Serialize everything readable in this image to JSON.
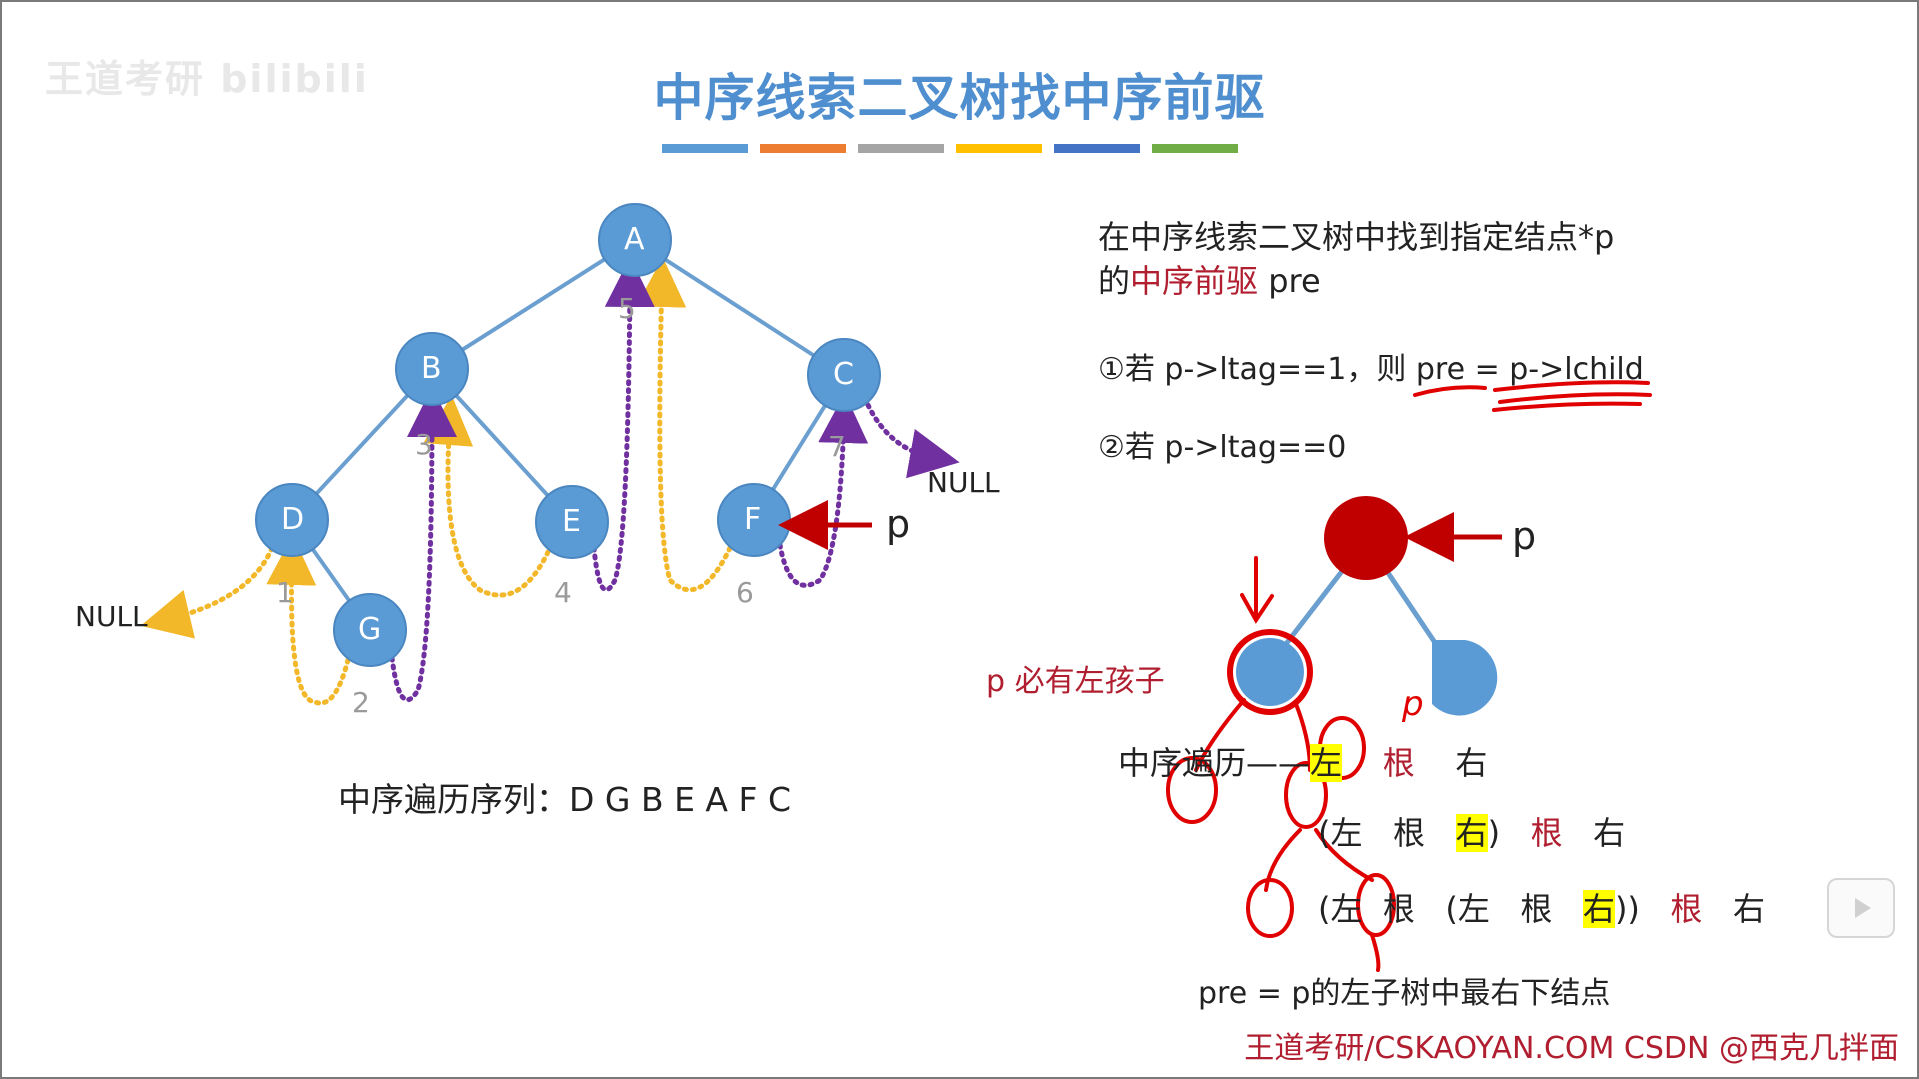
{
  "watermark": "王道考研 bilibili",
  "title": "中序线索二叉树找中序前驱",
  "colors": {
    "node_blue": "#5b9bd5",
    "edge_blue": "#6a9fd0",
    "thread_yellow": "#f2b82a",
    "thread_purple": "#7030a0",
    "accent_red": "#b01e2f",
    "node_red": "#c00000",
    "title_blue": "#4f8fcf",
    "highlight": "#ffff00"
  },
  "color_bar": [
    "#5b9bd5",
    "#ed7d31",
    "#a5a5a5",
    "#ffc000",
    "#4472c4",
    "#70ad47"
  ],
  "tree": {
    "nodes": [
      "A",
      "B",
      "C",
      "D",
      "E",
      "F",
      "G"
    ],
    "order_numbers": [
      "1",
      "2",
      "3",
      "4",
      "5",
      "6",
      "7"
    ],
    "null_left": "NULL",
    "null_right": "NULL",
    "pointer_label": "p"
  },
  "inorder_label": "中序遍历序列：D G B E A F C",
  "right_panel": {
    "intro_line1": "在中序线索二叉树中找到指定结点*p",
    "intro_line2_prefix": "的",
    "intro_line2_red": "中序前驱",
    "intro_line2_suffix": " pre",
    "case1": "①若 p->ltag==1，则 pre = p->lchild",
    "case2": "②若 p->ltag==0",
    "pointer_label": "p",
    "left_child_note": "p 必有左孩子",
    "handwritten_p": "p",
    "row1": {
      "prefix": "中序遍历——",
      "left": "左",
      "root": "根",
      "right": "右"
    },
    "row2": {
      "open": "(",
      "left": "左",
      "root": "根",
      "right": "右",
      "close": ")",
      "root2": "根",
      "right2": "右"
    },
    "row3": {
      "open": "(",
      "left": "左",
      "root": "根",
      "open2": "(",
      "left2": "左",
      "root2": "根",
      "right2": "右",
      "close": "))",
      "root3": "根",
      "right3": "右"
    },
    "conclusion": "pre = p的左子树中最右下结点"
  },
  "footer": "王道考研/CSKAOYAN.COM CSDN @西克几拌面"
}
